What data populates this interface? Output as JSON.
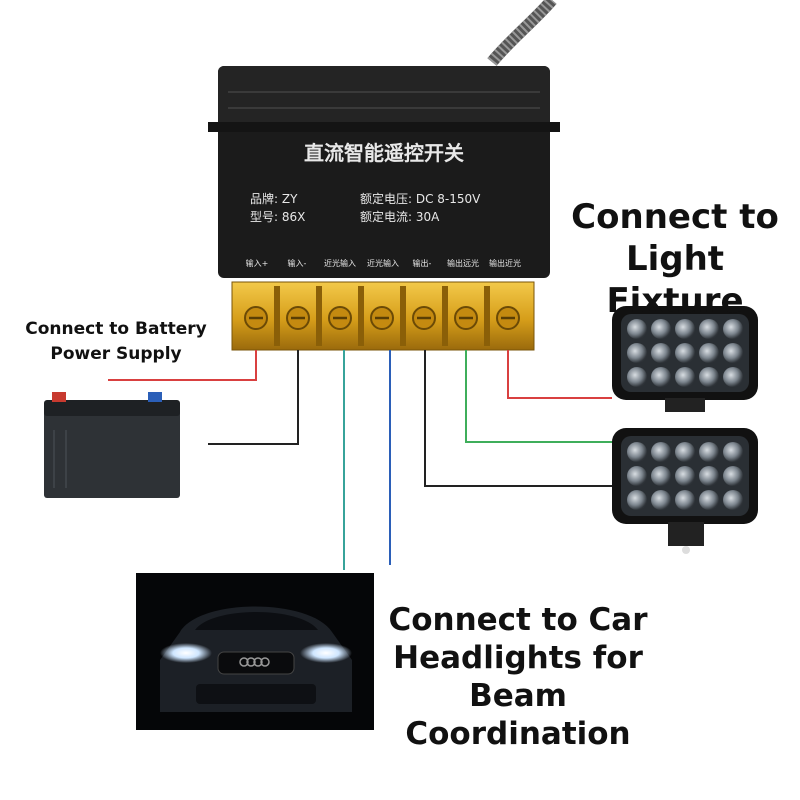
{
  "device": {
    "title": "直流智能遥控开关",
    "brand_label": "品牌: ZY",
    "model_label": "型号: 86X",
    "voltage_label": "额定电压: DC 8-150V",
    "current_label": "额定电流: 30A",
    "terminals": [
      "输入+",
      "输入-",
      "近光输入",
      "近光输入",
      "输出-",
      "输出远光",
      "输出近光"
    ]
  },
  "labels": {
    "light_fixture": "Connect to Light Fixture",
    "battery": "Connect to Battery Power Supply",
    "car": "Connect to Car Headlights for Beam Coordination"
  },
  "colors": {
    "device_body": "#1b1b1b",
    "terminal_block": "#d9a420",
    "wire_red": "#d94040",
    "wire_black": "#222222",
    "wire_green": "#3fae5b",
    "wire_blue": "#2b5fb8",
    "wire_teal": "#37a39a"
  }
}
